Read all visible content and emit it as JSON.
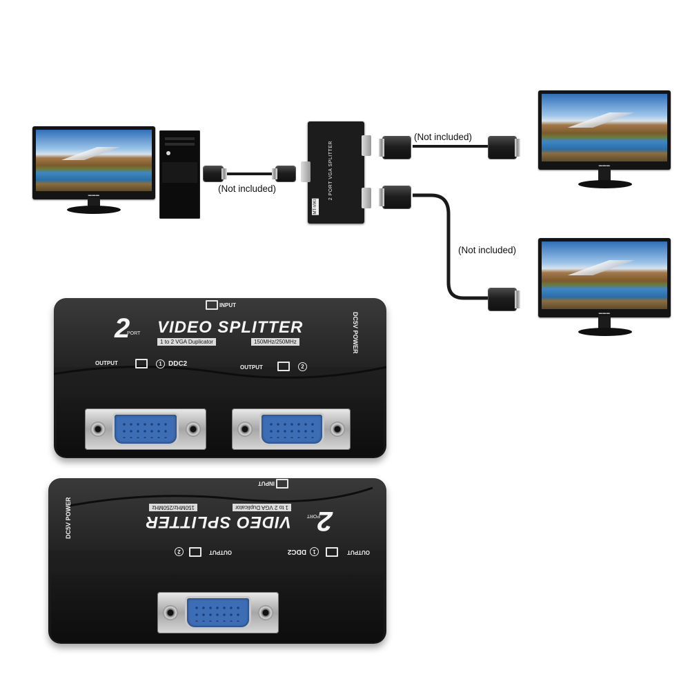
{
  "diagram": {
    "cable_note_left": "(Not included)",
    "cable_note_top_right": "(Not included)",
    "cable_note_bottom_right": "(Not included)",
    "mini_splitter_text": "2 PORT VGA SPLITTER",
    "mini_tag": "MT-VIKI"
  },
  "device_front": {
    "big_number": "2",
    "port_word": "PORT",
    "title": "VIDEO SPLITTER",
    "sub1": "1 to 2 VGA Duplicator",
    "sub2": "150MHz/250MHz",
    "input_label": "INPUT",
    "dc_label": "DC5V  POWER",
    "output1_label": "OUTPUT",
    "output1_num": "1",
    "ddc_label": "DDC2",
    "output2_label": "OUTPUT",
    "output2_num": "2"
  },
  "device_back": {
    "big_number": "2",
    "port_word": "PORT",
    "title": "VIDEO SPLITTER",
    "sub1": "1 to 2 VGA Duplicator",
    "sub2": "150MHz/250MHz",
    "input_label": "INPUT",
    "dc_label": "DC5V  POWER",
    "output1_label": "OUTPUT",
    "output1_num": "1",
    "ddc_label": "DDC2",
    "output2_label": "OUTPUT",
    "output2_num": "2"
  },
  "colors": {
    "device_body": "#1c1c1c",
    "vga_blue": "#3d6db5",
    "background": "#ffffff"
  }
}
